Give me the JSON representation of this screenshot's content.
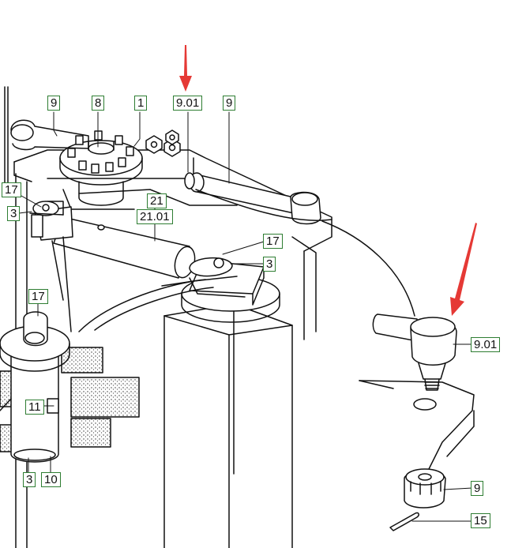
{
  "colors": {
    "callout_border": "#2e7d32",
    "arrow": "#e53935",
    "line": "#111111"
  },
  "callouts": {
    "c9a": "9",
    "c8": "8",
    "c1": "1",
    "c901a": "9.01",
    "c9b": "9",
    "c17a": "17",
    "c3a": "3",
    "c21": "21",
    "c2101": "21.01",
    "c17b": "17",
    "c3b": "3",
    "c17c": "17",
    "c11": "11",
    "c3c": "3",
    "c10": "10",
    "c901b": "9.01",
    "c9c": "9",
    "c15": "15"
  }
}
